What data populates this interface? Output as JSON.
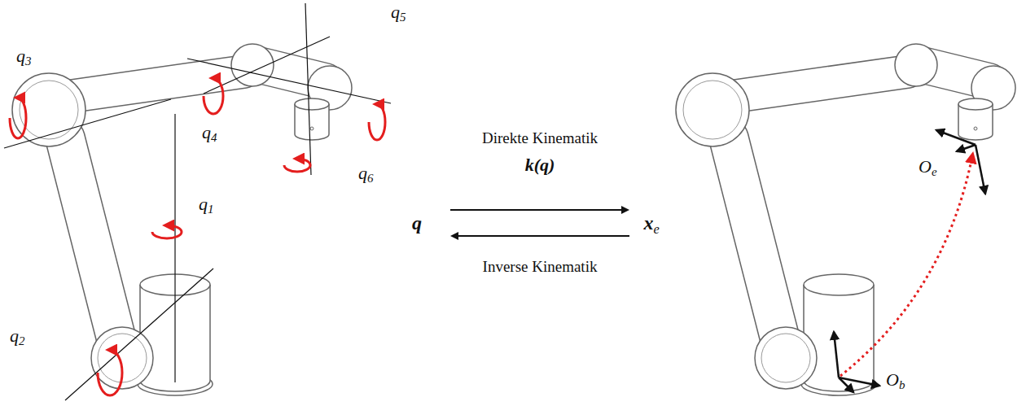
{
  "diagram": {
    "labels": [
      "q3",
      "q4",
      "q5",
      "q6",
      "q1",
      "q2",
      "Direkte Kinematik",
      "k(q)",
      "q",
      "xe",
      "Inverse Kinematik",
      "Oe",
      "Ob"
    ]
  }
}
